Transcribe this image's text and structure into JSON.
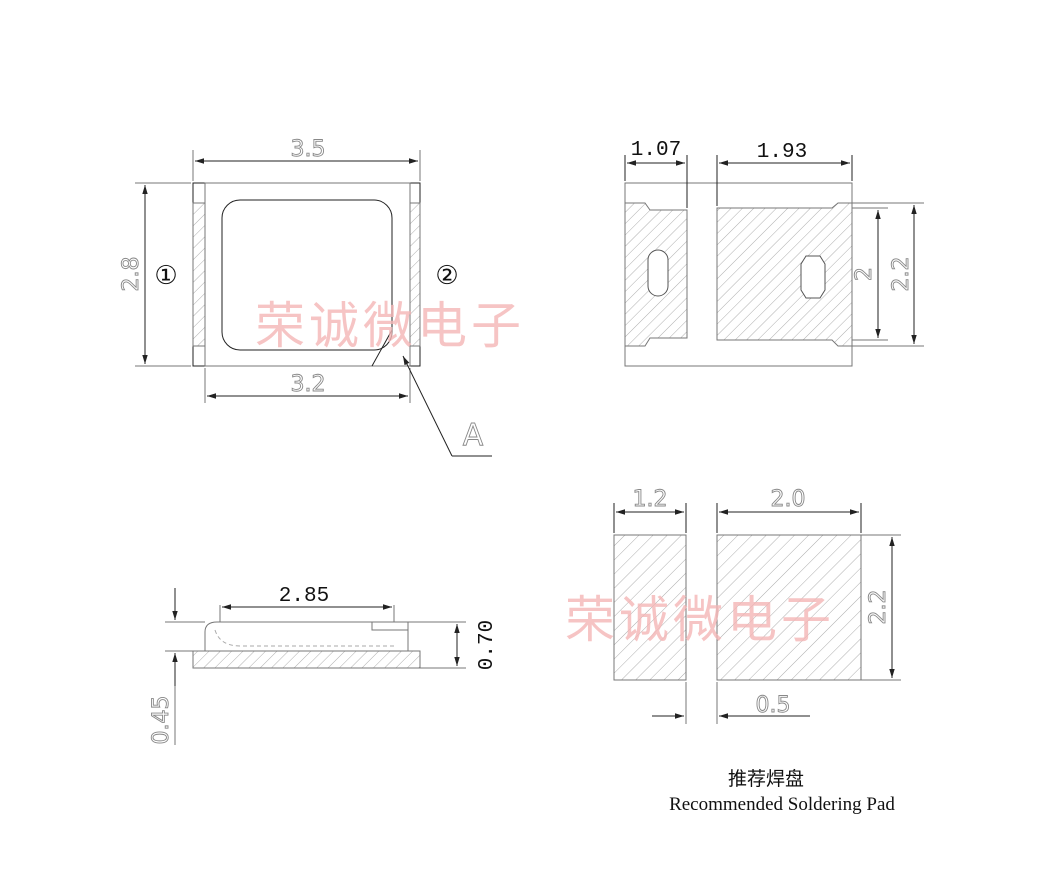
{
  "top_view": {
    "width_label": "3.5",
    "height_label": "2.8",
    "inner_width_label": "3.2",
    "pin1_label": "①",
    "pin2_label": "②",
    "marker_label": "A"
  },
  "bottom_view": {
    "left_pad_label": "1.07",
    "right_pad_label": "1.93",
    "pad_height_label": "2",
    "total_height_label": "2.2"
  },
  "side_view": {
    "width_label": "2.85",
    "height_label": "0.70",
    "base_label": "0.45"
  },
  "solder_pad": {
    "left_width_label": "1.2",
    "right_width_label": "2.0",
    "height_label": "2.2",
    "gap_label": "0.5",
    "caption_cn": "推荐焊盘",
    "caption_en": "Recommended Soldering Pad"
  },
  "watermark": "荣诚微电子"
}
